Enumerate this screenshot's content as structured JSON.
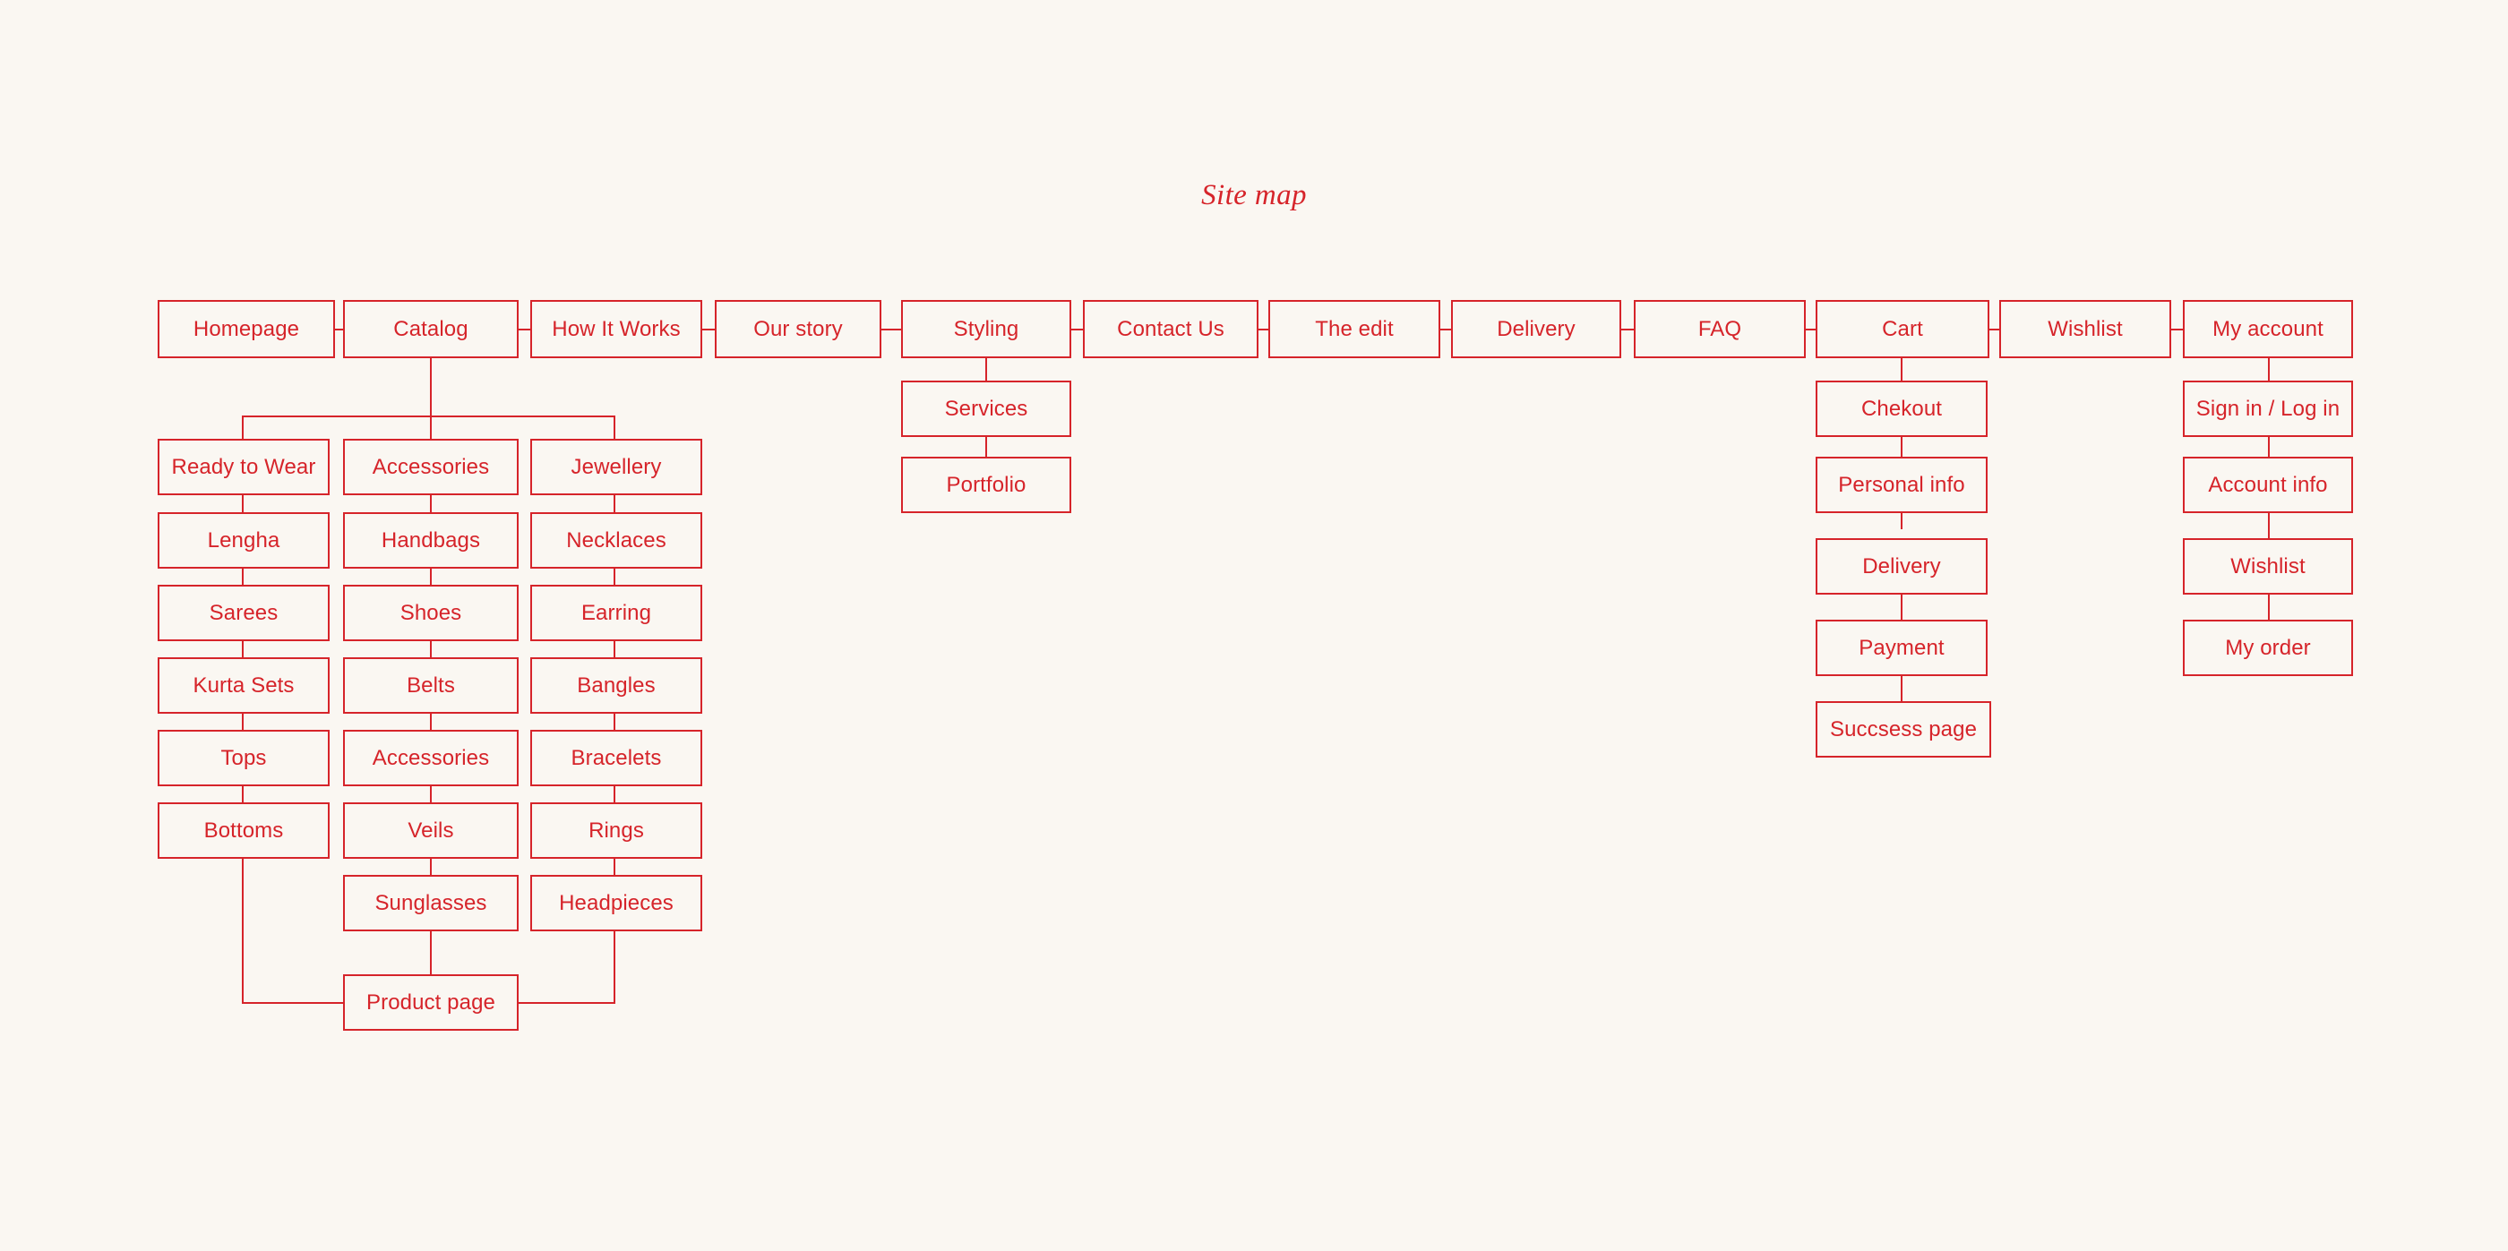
{
  "page": {
    "title": "Site map",
    "accent_color": "#d6242a",
    "background_color": "#faf7f2"
  },
  "top_level": [
    {
      "label": "Homepage"
    },
    {
      "label": "Catalog"
    },
    {
      "label": "How It Works"
    },
    {
      "label": "Our story"
    },
    {
      "label": "Styling"
    },
    {
      "label": "Contact Us"
    },
    {
      "label": "The edit"
    },
    {
      "label": "Delivery"
    },
    {
      "label": "FAQ"
    },
    {
      "label": "Cart"
    },
    {
      "label": "Wishlist"
    },
    {
      "label": "My account"
    }
  ],
  "catalog_branches": {
    "ready_to_wear": [
      {
        "label": "Ready to Wear"
      },
      {
        "label": "Lengha"
      },
      {
        "label": "Sarees"
      },
      {
        "label": "Kurta Sets"
      },
      {
        "label": "Tops"
      },
      {
        "label": "Bottoms"
      }
    ],
    "accessories": [
      {
        "label": "Accessories"
      },
      {
        "label": "Handbags"
      },
      {
        "label": "Shoes"
      },
      {
        "label": "Belts"
      },
      {
        "label": "Accessories"
      },
      {
        "label": "Veils"
      },
      {
        "label": "Sunglasses"
      }
    ],
    "jewellery": [
      {
        "label": "Jewellery"
      },
      {
        "label": "Necklaces"
      },
      {
        "label": "Earring"
      },
      {
        "label": "Bangles"
      },
      {
        "label": "Bracelets"
      },
      {
        "label": "Rings"
      },
      {
        "label": "Headpieces"
      }
    ],
    "product_page": {
      "label": "Product page"
    }
  },
  "styling_branch": [
    {
      "label": "Services"
    },
    {
      "label": "Portfolio"
    }
  ],
  "cart_branch": [
    {
      "label": "Chekout"
    },
    {
      "label": "Personal info"
    },
    {
      "label": "Delivery"
    },
    {
      "label": "Payment"
    },
    {
      "label": "Succsess page"
    }
  ],
  "account_branch": [
    {
      "label": "Sign in / Log in"
    },
    {
      "label": "Account info"
    },
    {
      "label": "Wishlist"
    },
    {
      "label": "My order"
    }
  ]
}
